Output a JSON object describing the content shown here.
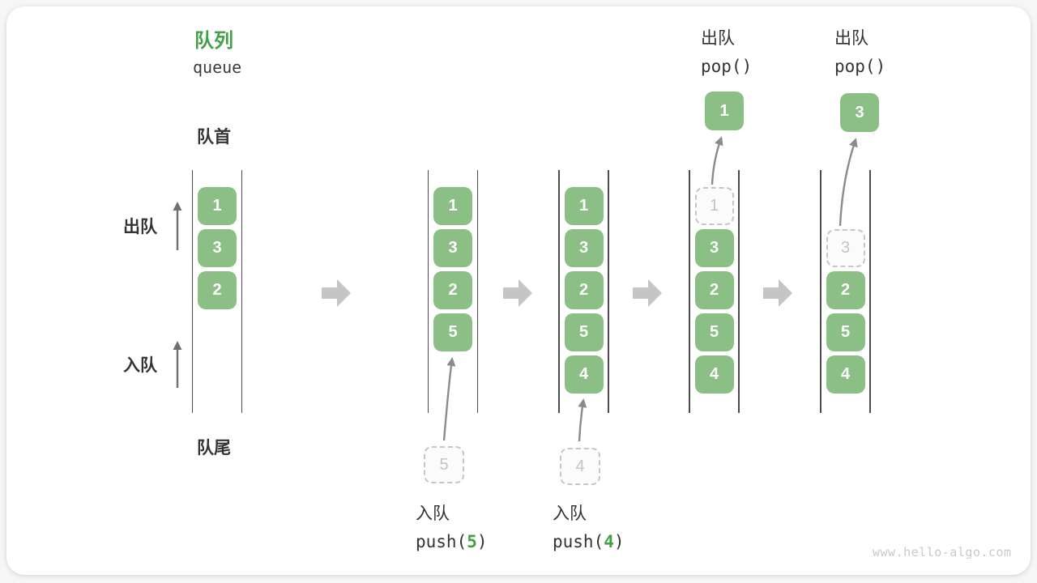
{
  "page": {
    "title_zh": "队列",
    "title_en": "queue",
    "watermark": "www.hello-algo.com"
  },
  "side_labels": {
    "front": "队首",
    "rear": "队尾",
    "dequeue": "出队",
    "enqueue": "入队"
  },
  "colors": {
    "box_green": "#8cbf86",
    "accent_green": "#43a047",
    "dash_border": "#c6c6c6",
    "dash_text": "#c3c3c3",
    "arrow_gray": "#6f6f6f",
    "curve_arrow_gray": "#8b8b8b",
    "block_arrow_gray": "#c5c5c5",
    "ink": "#333333"
  },
  "stages": [
    {
      "name": "initial",
      "slots": [
        {
          "slot": 0,
          "value": "1",
          "state": "solid"
        },
        {
          "slot": 1,
          "value": "3",
          "state": "solid"
        },
        {
          "slot": 2,
          "value": "2",
          "state": "solid"
        }
      ]
    },
    {
      "name": "push-5",
      "slots": [
        {
          "slot": 0,
          "value": "1",
          "state": "solid"
        },
        {
          "slot": 1,
          "value": "3",
          "state": "solid"
        },
        {
          "slot": 2,
          "value": "2",
          "state": "solid"
        },
        {
          "slot": 3,
          "value": "5",
          "state": "solid"
        }
      ],
      "pending": {
        "value": "5"
      },
      "op_bottom": {
        "label": "入队",
        "code_open": "push(",
        "arg": "5",
        "code_close": ")"
      }
    },
    {
      "name": "push-4",
      "slots": [
        {
          "slot": 0,
          "value": "1",
          "state": "solid"
        },
        {
          "slot": 1,
          "value": "3",
          "state": "solid"
        },
        {
          "slot": 2,
          "value": "2",
          "state": "solid"
        },
        {
          "slot": 3,
          "value": "5",
          "state": "solid"
        },
        {
          "slot": 4,
          "value": "4",
          "state": "solid"
        }
      ],
      "pending": {
        "value": "4"
      },
      "op_bottom": {
        "label": "入队",
        "code_open": "push(",
        "arg": "4",
        "code_close": ")"
      }
    },
    {
      "name": "pop-1",
      "slots": [
        {
          "slot": 0,
          "value": "1",
          "state": "dashed"
        },
        {
          "slot": 1,
          "value": "3",
          "state": "solid"
        },
        {
          "slot": 2,
          "value": "2",
          "state": "solid"
        },
        {
          "slot": 3,
          "value": "5",
          "state": "solid"
        },
        {
          "slot": 4,
          "value": "4",
          "state": "solid"
        }
      ],
      "popped": {
        "value": "1"
      },
      "op_top": {
        "label": "出队",
        "code": "pop()"
      }
    },
    {
      "name": "pop-3",
      "slots": [
        {
          "slot": 1,
          "value": "3",
          "state": "dashed"
        },
        {
          "slot": 2,
          "value": "2",
          "state": "solid"
        },
        {
          "slot": 3,
          "value": "5",
          "state": "solid"
        },
        {
          "slot": 4,
          "value": "4",
          "state": "solid"
        }
      ],
      "popped": {
        "value": "3"
      },
      "op_top": {
        "label": "出队",
        "code": "pop()"
      }
    }
  ]
}
